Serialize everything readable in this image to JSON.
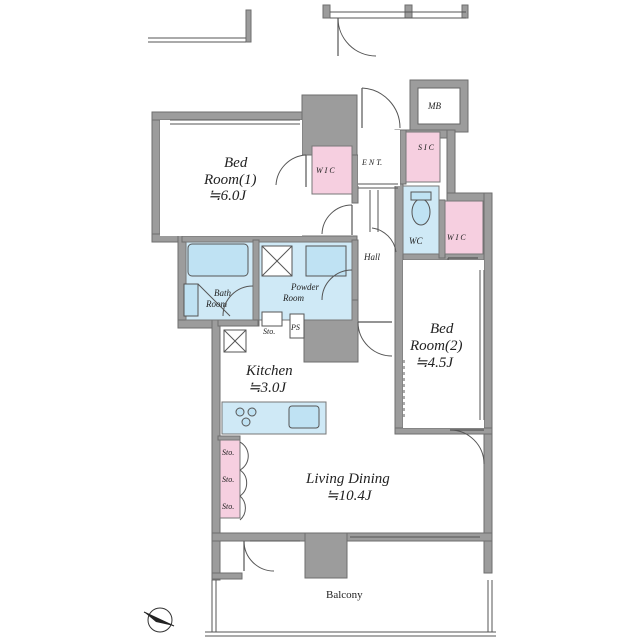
{
  "rooms": {
    "bedroom1": {
      "name": "Bed\nRoom(1)",
      "line1": "Bed",
      "line2": "Room(1)",
      "size": "≒6.0J"
    },
    "bedroom2": {
      "line1": "Bed",
      "line2": "Room(2)",
      "size": "≒4.5J"
    },
    "kitchen": {
      "line1": "Kitchen",
      "size": "≒3.0J"
    },
    "living": {
      "line1": "Living Dining",
      "size": "≒10.4J"
    },
    "bath": {
      "line1": "Bath",
      "line2": "Room"
    },
    "powder": {
      "line1": "Powder",
      "line2": "Room"
    },
    "hall": {
      "label": "Hall"
    },
    "balcony": {
      "label": "Balcony"
    }
  },
  "small_labels": {
    "mb": "MB",
    "wic1": "W I C",
    "wic2": "W I C",
    "sic": "S I C",
    "ent": "E N T.",
    "wc": "WC",
    "sto1": "Sto.",
    "ps": "PS",
    "sto_list": [
      "Sto.",
      "Sto.",
      "Sto."
    ]
  },
  "colors": {
    "wall": "#9c9c9c",
    "storage_pink": "#f6cfe0",
    "wet_blue": "#cfe9f6"
  },
  "icons": [
    "north-compass-icon"
  ]
}
